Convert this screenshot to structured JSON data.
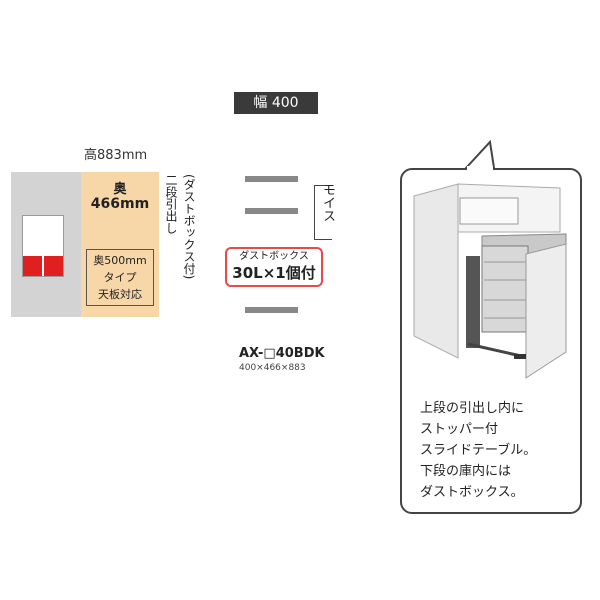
{
  "header": {
    "width_label": "幅 400"
  },
  "dimensions": {
    "height_label": "高883mm"
  },
  "depth_panel": {
    "title": "奥",
    "value": "466mm",
    "note_lines": [
      "奥500mm",
      "タイプ",
      "天板対応"
    ]
  },
  "vertical_labels": {
    "drawer": "二段引出し",
    "dustbox": "(ダストボックス付)",
    "mois": "モイス"
  },
  "dust_tag": {
    "small": "ダストボックス",
    "big": "30L×1個付"
  },
  "model": {
    "name": "AX-□40BDK",
    "size": "400×466×883"
  },
  "callout": {
    "lines": [
      "上段の引出し内に",
      "ストッパー付",
      "スライドテーブル。",
      "下段の庫内には",
      "ダストボックス。"
    ]
  },
  "colors": {
    "accent_red": "#e02020",
    "depth_bg": "#f7d7a8",
    "panel_gray": "#d3d3d3",
    "badge_dark": "#3a3a3a",
    "tag_border": "#e84a4a"
  }
}
